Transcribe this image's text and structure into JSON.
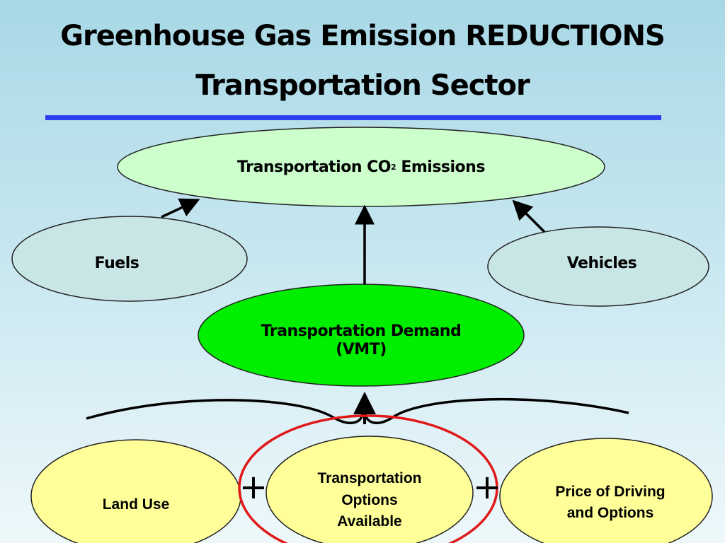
{
  "title": {
    "line1": "Greenhouse Gas Emission REDUCTIONS",
    "line2": "Transportation Sector"
  },
  "nodes": {
    "emissions": {
      "prefix": "Transportation CO",
      "subscript": "2",
      "suffix": " Emissions"
    },
    "fuels": "Fuels",
    "vehicles": "Vehicles",
    "demand": {
      "line1": "Transportation Demand",
      "line2": "(VMT)"
    },
    "land_use": "Land Use",
    "transport_options": {
      "line1": "Transportation",
      "line2": "Options",
      "line3": "Available"
    },
    "price": {
      "line1": "Price of Driving",
      "line2": "and Options"
    }
  },
  "operators": {
    "plus_left": "+",
    "plus_right": "+"
  },
  "colors": {
    "emissions_fill": "#ccffcc",
    "side_fill": "#c8e6e6",
    "demand_fill": "#00ee00",
    "bottom_fill": "#ffff99",
    "highlight_ring": "#e01818",
    "title_rule": "#2b3ff0"
  }
}
